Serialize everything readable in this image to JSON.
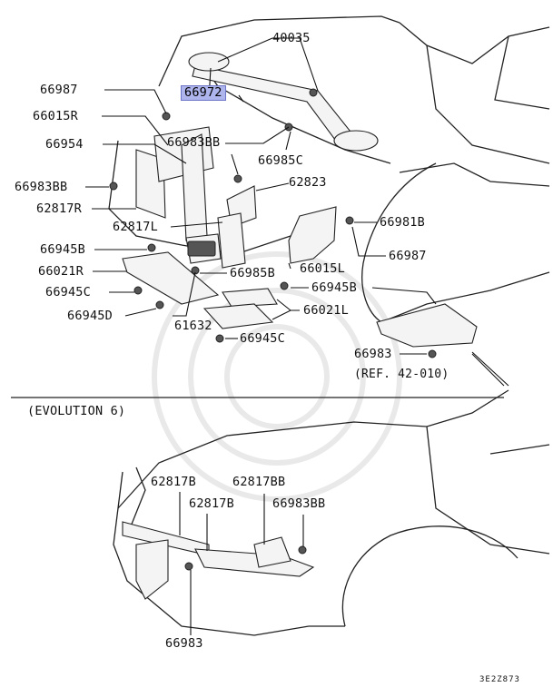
{
  "diagram": {
    "labels": {
      "p40035": "40035",
      "p66987_top": "66987",
      "p66972": "66972",
      "p66015R": "66015R",
      "p66954": "66954",
      "p66983BB_a": "66983BB",
      "p66985C": "66985C",
      "p66983BB_left": "66983BB",
      "p62823": "62823",
      "p62817R": "62817R",
      "p62817L": "62817L",
      "p66981B": "66981B",
      "p66945B_left": "66945B",
      "p66987_right": "66987",
      "p66021R": "66021R",
      "p66985B": "66985B",
      "p66015L": "66015L",
      "p66945C_left": "66945C",
      "p66945B_right": "66945B",
      "p66945D": "66945D",
      "p66021L": "66021L",
      "p61632": "61632",
      "p66945C_bottom": "66945C",
      "p66983_right": "66983",
      "ref": "(REF. 42-010)",
      "section_title": "(EVOLUTION 6)",
      "p62817B_a": "62817B",
      "p62817BB": "62817BB",
      "p62817B_b": "62817B",
      "p66983BB_evo": "66983BB",
      "p66983_evo": "66983",
      "drawing_code": "3E2Z873"
    },
    "highlight_color": "#aeb4ec"
  }
}
